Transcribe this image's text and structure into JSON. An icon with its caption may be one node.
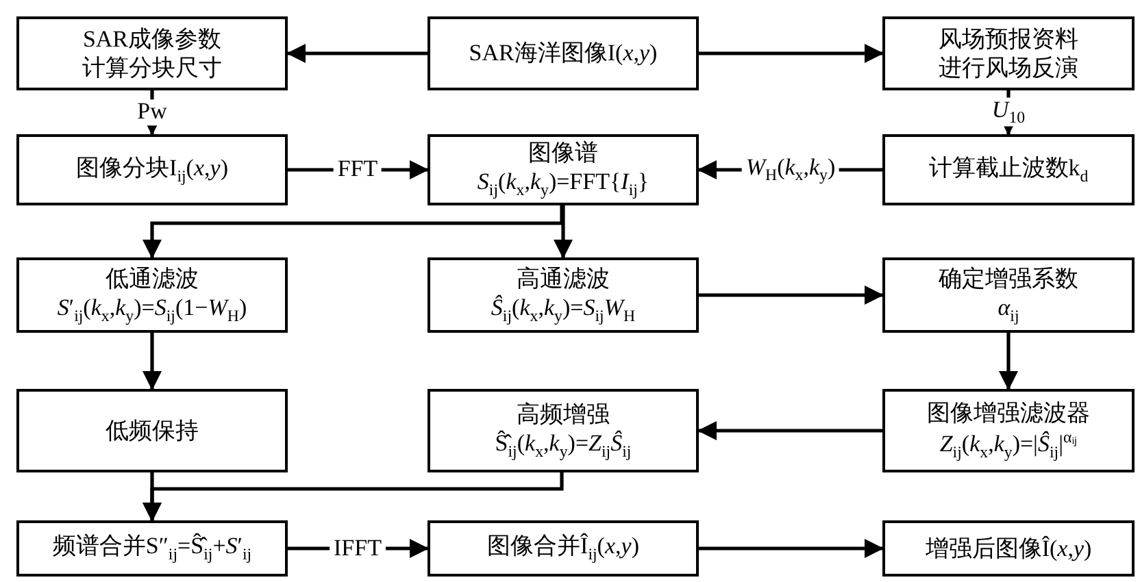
{
  "diagram": {
    "nodes": [
      {
        "text": [
          "SAR成像参数",
          "计算分块尺寸"
        ]
      },
      {
        "text": [
          "SAR海洋图像I(*x*,*y*)"
        ]
      },
      {
        "text": [
          "风场预报资料",
          "进行风场反演"
        ]
      },
      {
        "text": [
          "图像分块I$_{ij}$(*x*,*y*)"
        ]
      },
      {
        "text": [
          "图像谱",
          "*S*$_{ij}$(*k*$_{x}$,*k*$_{y}$)=FFT{*I*$_{ij}$}"
        ]
      },
      {
        "text": [
          "计算截止波数k$_{d}$"
        ]
      },
      {
        "text": [
          "低通滤波",
          "*S*′$_{ij}$(*k*$_{x}$,*k*$_{y}$)=*S*$_{ij}$(1−*W*$_{H}$)"
        ]
      },
      {
        "text": [
          "高通滤波",
          "*Ŝ*$_{ij}$(*k*$_{x}$,*k*$_{y}$)=*S*$_{ij}$*W*$_{H}$"
        ]
      },
      {
        "text": [
          "确定增强系数",
          "*α*$_{ij}$"
        ]
      },
      {
        "text": [
          "低频保持"
        ]
      },
      {
        "text": [
          "高频增强",
          "Ŝ̂$_{ij}$(*k*$_{x}$,*k*$_{y}$)=*Z*$_{ij}$*Ŝ*$_{ij}$"
        ]
      },
      {
        "text": [
          "图像增强滤波器",
          "*Z*$_{ij}$(*k*$_{x}$,*k*$_{y}$)=|*Ŝ*$_{ij}$|$^{αᵢⱼ}$"
        ]
      },
      {
        "text": [
          "频谱合并S″$_{ij}$=Ŝ̂$_{ij}$+*S*′$_{ij}$"
        ]
      },
      {
        "text": [
          "图像合并Î$_{ij}$(*x*,*y*)"
        ]
      },
      {
        "text": [
          "增强后图像Î(*x*,*y*)"
        ]
      }
    ],
    "edges": [
      {
        "from": 1,
        "to": 0,
        "arrow": "to"
      },
      {
        "from": 1,
        "to": 2,
        "arrow": "to"
      },
      {
        "from": 0,
        "to": 3,
        "arrow": "to",
        "label": "Pw"
      },
      {
        "from": 2,
        "to": 5,
        "arrow": "to",
        "label": "*U*$_{10}$"
      },
      {
        "from": 3,
        "to": 4,
        "arrow": "to",
        "label": "FFT"
      },
      {
        "from": 5,
        "to": 4,
        "arrow": "to",
        "label": "*W*$_{H}$(*k*$_{x}$,*k*$_{y}$)"
      },
      {
        "from": 4,
        "to": 6,
        "arrow": "to"
      },
      {
        "from": 4,
        "to": 7,
        "arrow": "to"
      },
      {
        "from": 7,
        "to": 8,
        "arrow": "to"
      },
      {
        "from": 8,
        "to": 11,
        "arrow": "to"
      },
      {
        "from": 11,
        "to": 10,
        "arrow": "to"
      },
      {
        "from": 6,
        "to": 9,
        "arrow": "to"
      },
      {
        "from": 9,
        "to": 12,
        "arrow": "to"
      },
      {
        "from": 10,
        "to": 12,
        "arrow": "to"
      },
      {
        "from": 12,
        "to": 13,
        "arrow": "to",
        "label": "IFFT"
      },
      {
        "from": 13,
        "to": 14,
        "arrow": "to"
      }
    ]
  }
}
